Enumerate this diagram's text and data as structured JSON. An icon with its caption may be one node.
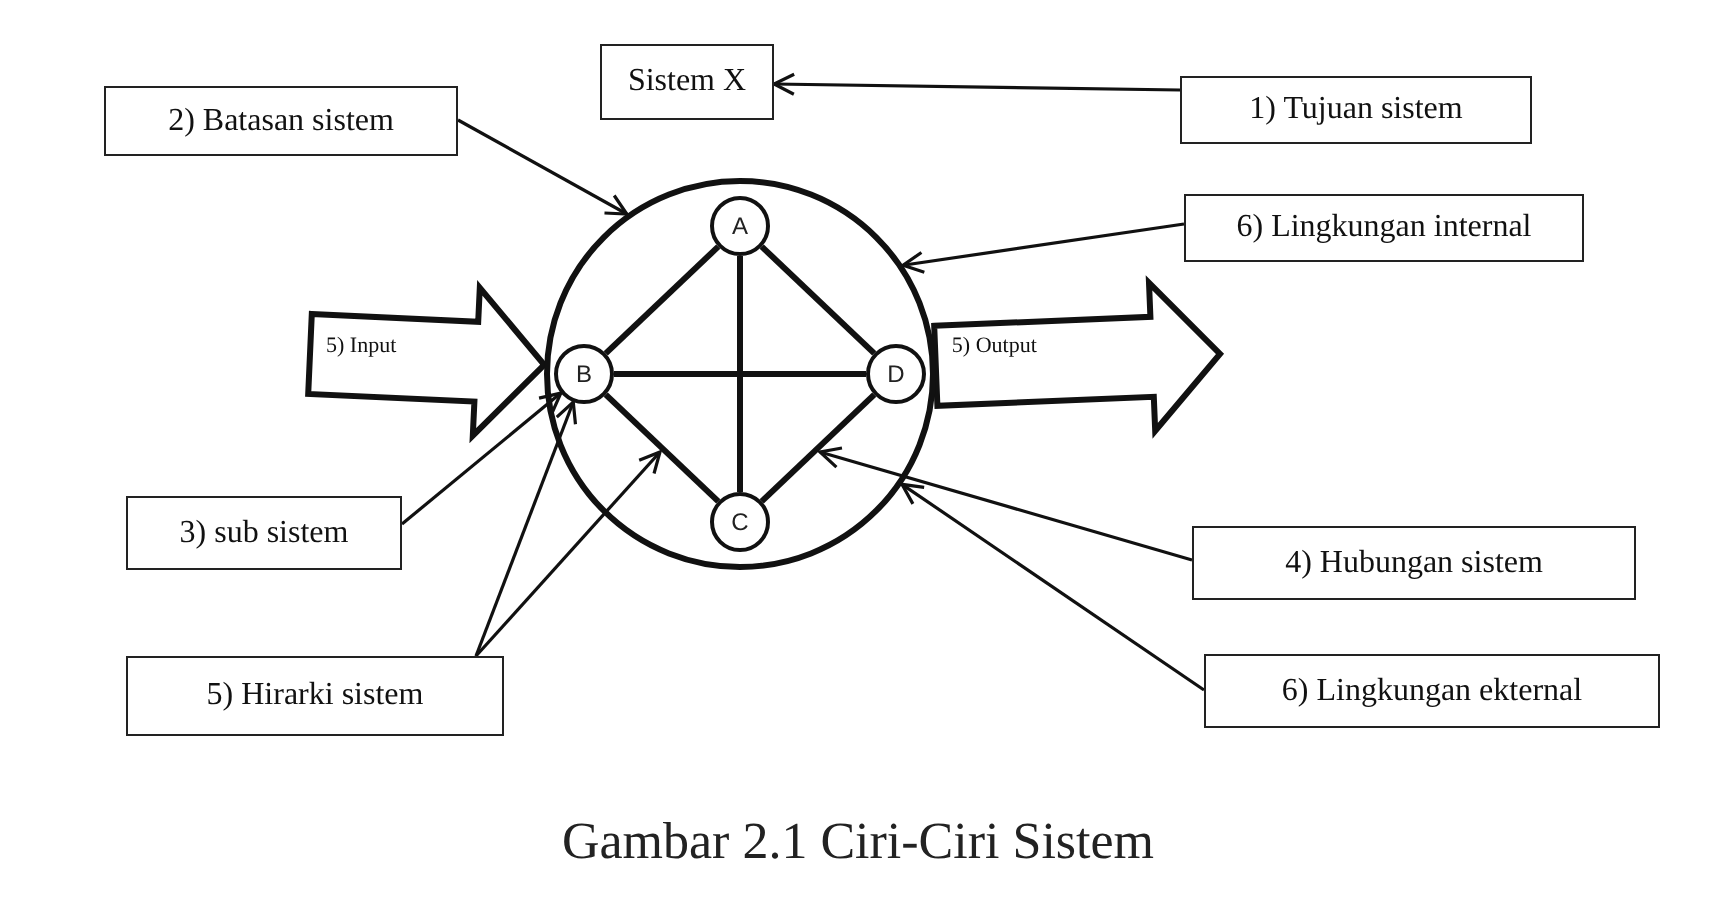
{
  "diagram": {
    "caption": "Gambar 2.1 Ciri-Ciri Sistem",
    "nodes": [
      {
        "text": [
          "Sistem X"
        ]
      },
      {
        "text": [
          "1) Tujuan sistem"
        ]
      },
      {
        "text": [
          "2) Batasan sistem"
        ]
      },
      {
        "text": [
          "6) Lingkungan internal"
        ]
      },
      {
        "text": [],
        "shape": "circle"
      },
      {
        "text": [
          "A"
        ],
        "in": 4
      },
      {
        "text": [
          "B"
        ],
        "in": 4
      },
      {
        "text": [
          "D"
        ],
        "in": 4
      },
      {
        "text": [
          "C"
        ],
        "in": 4
      },
      {
        "text": [
          "3) sub sistem"
        ]
      },
      {
        "text": [
          "4) Hubungan  sistem"
        ]
      },
      {
        "text": [
          "5) Hirarki sistem"
        ]
      },
      {
        "text": [
          "6) Lingkungan ekternal"
        ]
      }
    ],
    "edges": [
      {
        "from": 1,
        "to": 0,
        "arrow": "to"
      },
      {
        "from": 2,
        "to": 4,
        "arrow": "to"
      },
      {
        "from": 3,
        "to": 4,
        "arrow": "to"
      },
      {
        "from": null,
        "to": 4,
        "arrow": "to",
        "label": "5) Input",
        "style": "thick"
      },
      {
        "from": 4,
        "to": null,
        "arrow": "to",
        "label": "5) Output",
        "style": "thick"
      },
      {
        "from": 5,
        "to": 6,
        "arrow": "none"
      },
      {
        "from": 5,
        "to": 7,
        "arrow": "none"
      },
      {
        "from": 5,
        "to": 8,
        "arrow": "none"
      },
      {
        "from": 6,
        "to": 7,
        "arrow": "none"
      },
      {
        "from": 6,
        "to": 8,
        "arrow": "none"
      },
      {
        "from": 8,
        "to": 7,
        "arrow": "none"
      },
      {
        "from": 9,
        "to": 6,
        "arrow": "to"
      },
      {
        "from": 10,
        "to": null,
        "arrow": "to"
      },
      {
        "from": 11,
        "to": 6,
        "arrow": "to"
      },
      {
        "from": 11,
        "to": null,
        "arrow": "to"
      },
      {
        "from": 12,
        "to": 4,
        "arrow": "to"
      }
    ]
  }
}
